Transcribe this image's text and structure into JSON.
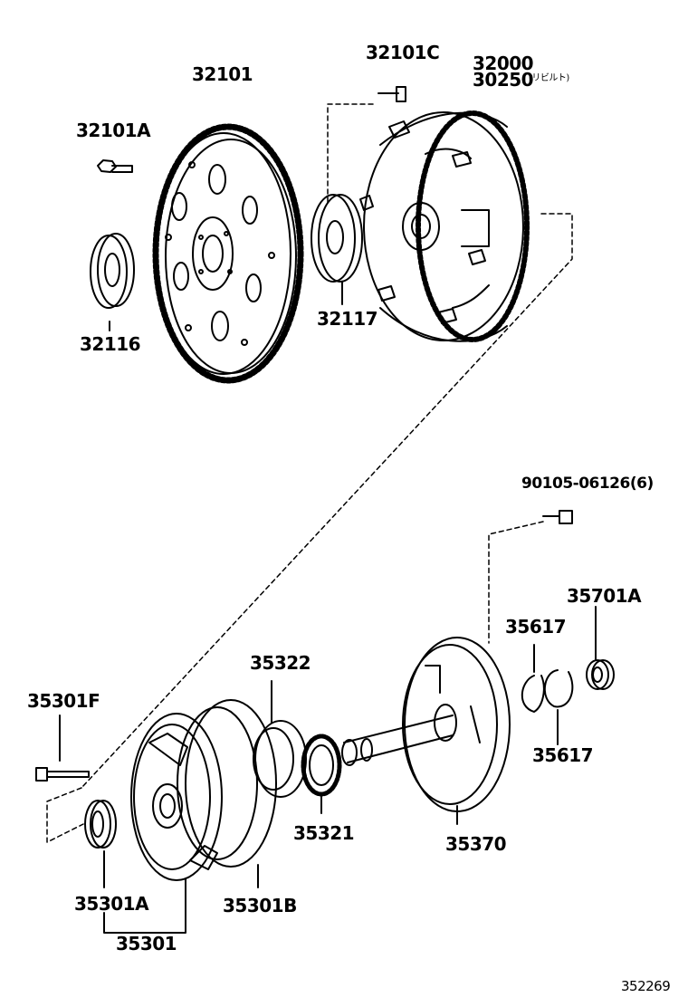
{
  "labels": {
    "p32101C": "32101C",
    "p32000": "32000",
    "p30250": "30250",
    "p30250_note": "(リビルト)",
    "p32101": "32101",
    "p32101A": "32101A",
    "p32116": "32116",
    "p32117": "32117",
    "p90105": "90105-06126(6)",
    "p35701A": "35701A",
    "p35617_top": "35617",
    "p35617_bottom": "35617",
    "p35322": "35322",
    "p35301F": "35301F",
    "p35321": "35321",
    "p35370": "35370",
    "p35301A": "35301A",
    "p35301B": "35301B",
    "p35301": "35301",
    "diagram_id": "352269"
  },
  "colors": {
    "ink": "#000000",
    "paper": "#ffffff"
  }
}
